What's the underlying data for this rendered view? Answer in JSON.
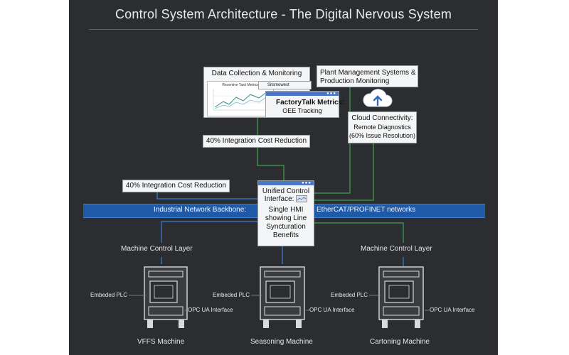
{
  "title": "Control System Architecture - The Digital Nervous System",
  "data_collection": {
    "label": "Data Collection & Monitoring",
    "chart_title": "Recentive Task Metrics",
    "chart_xticks": [
      "",
      "",
      "",
      "",
      "",
      ""
    ]
  },
  "small_window_label": "Sitsmowest",
  "factorytalk": {
    "title": "FactoryTalk Metrics:",
    "subtitle": "OEE Tracking"
  },
  "plant_mgmt": {
    "line1": "Plant Management Systems &",
    "line2": "Production Monitoring"
  },
  "cloud": {
    "line1": "Cloud Connectivity:",
    "line2": "Remote Diagnostics",
    "line3": "(60% Issue Resolution)"
  },
  "integration_top": "40% Integration Cost Reduction",
  "integration_left": "40% Integration Cost Reduction",
  "unified": {
    "line1": "Unified Control",
    "line2": "Interface:",
    "body1": "Single HMI",
    "body2": "showing Line",
    "body3": "Syncturation",
    "body4": "Benefits"
  },
  "backbone": {
    "left": "Industrial Network Backbone:",
    "right": "EtherCAT/PROFINET networks"
  },
  "layers": {
    "left": "Machine Control Layer",
    "right": "Machine Control Layer"
  },
  "machines": [
    {
      "name": "VFFS Machine",
      "plc": "Embeded PLC",
      "opc": "OPC UA Interface"
    },
    {
      "name": "Seasoning Machine",
      "plc": "Embeded PLC",
      "opc": "OPC UA Interface"
    },
    {
      "name": "Cartoning Machine",
      "plc": "Embeded PLC",
      "opc": "OPC UA Interface"
    }
  ],
  "colors": {
    "background": "#2b2d30",
    "backbone": "#1e5aa8",
    "green_line": "#3fa34d",
    "blue_line": "#3b7dd8",
    "accent": "#4a78c8"
  }
}
